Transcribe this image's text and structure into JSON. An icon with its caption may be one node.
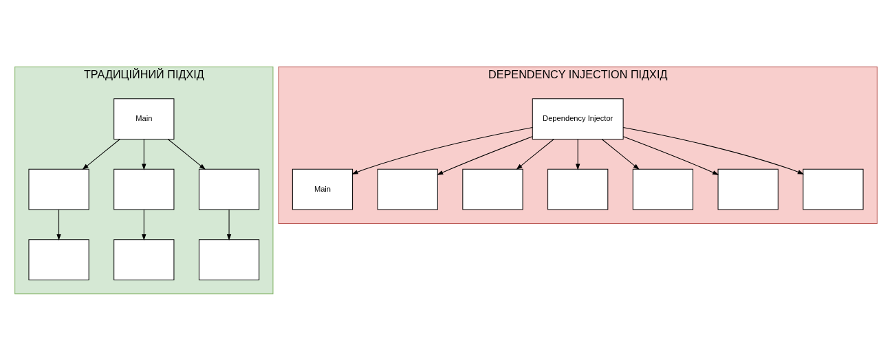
{
  "diagram": {
    "nodes": [
      {
        "text": [
          "ТРАДИЦІЙНИЙ ПІДХІД"
        ]
      },
      {
        "text": [
          "Main"
        ],
        "in": 0
      },
      {
        "text": [],
        "shape": "box",
        "in": 0
      },
      {
        "text": [],
        "shape": "box",
        "in": 0
      },
      {
        "text": [],
        "shape": "box",
        "in": 0
      },
      {
        "text": [],
        "shape": "box",
        "in": 0
      },
      {
        "text": [],
        "shape": "box",
        "in": 0
      },
      {
        "text": [],
        "shape": "box",
        "in": 0
      },
      {
        "text": [
          "DEPENDENCY INJECTION ПІДХІД"
        ]
      },
      {
        "text": [
          "Main"
        ],
        "in": 8
      },
      {
        "text": [
          "Dependency Injector"
        ],
        "in": 8
      },
      {
        "text": [],
        "shape": "box",
        "in": 8
      },
      {
        "text": [],
        "shape": "box",
        "in": 8
      },
      {
        "text": [],
        "shape": "box",
        "in": 8
      },
      {
        "text": [],
        "shape": "box",
        "in": 8
      },
      {
        "text": [],
        "shape": "box",
        "in": 8
      },
      {
        "text": [],
        "shape": "box",
        "in": 8
      }
    ],
    "edges": [
      {
        "from": 1,
        "to": 2,
        "arrow": "to"
      },
      {
        "from": 1,
        "to": 3,
        "arrow": "to"
      },
      {
        "from": 1,
        "to": 4,
        "arrow": "to"
      },
      {
        "from": 2,
        "to": 5,
        "arrow": "to"
      },
      {
        "from": 3,
        "to": 6,
        "arrow": "to"
      },
      {
        "from": 4,
        "to": 7,
        "arrow": "to"
      },
      {
        "from": 10,
        "to": 9,
        "arrow": "to"
      },
      {
        "from": 10,
        "to": 11,
        "arrow": "to"
      },
      {
        "from": 10,
        "to": 12,
        "arrow": "to"
      },
      {
        "from": 10,
        "to": 13,
        "arrow": "to"
      },
      {
        "from": 10,
        "to": 14,
        "arrow": "to"
      },
      {
        "from": 10,
        "to": 15,
        "arrow": "to"
      },
      {
        "from": 10,
        "to": 16,
        "arrow": "to"
      }
    ]
  }
}
